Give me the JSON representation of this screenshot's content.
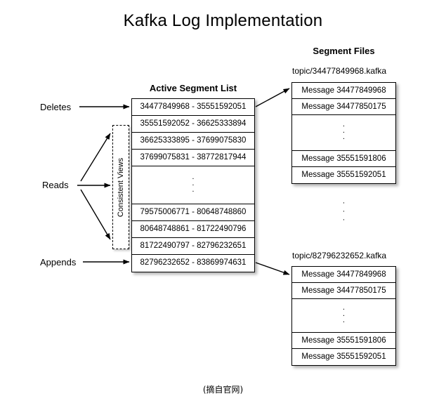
{
  "title": "Kafka Log Implementation",
  "footer": "(摘自官网)",
  "headings": {
    "active_segment_list": "Active Segment List",
    "segment_files": "Segment Files"
  },
  "consistent_views": {
    "label": "Consistent Views"
  },
  "operations": [
    {
      "name": "deletes",
      "label": "Deletes"
    },
    {
      "name": "reads",
      "label": "Reads"
    },
    {
      "name": "appends",
      "label": "Appends"
    }
  ],
  "active_segment_list": {
    "top_rows": [
      "34477849968 - 35551592051",
      "35551592052 - 36625333894",
      "36625333895 - 37699075830",
      "37699075831 - 38772817944"
    ],
    "ellipsis": "·",
    "bottom_rows": [
      "79575006771 - 80648748860",
      "80648748861 - 81722490796",
      "81722490797 - 82796232651",
      "82796232652 - 83869974631"
    ]
  },
  "segment_files": [
    {
      "name": "segment-file-1",
      "filename": "topic/34477849968.kafka",
      "top_rows": [
        "Message 34477849968",
        "Message 34477850175"
      ],
      "bottom_rows": [
        "Message 35551591806",
        "Message 35551592051"
      ]
    },
    {
      "name": "segment-file-2",
      "filename": "topic/82796232652.kafka",
      "top_rows": [
        "Message 34477849968",
        "Message 34477850175"
      ],
      "bottom_rows": [
        "Message 35551591806",
        "Message 35551592051"
      ]
    }
  ],
  "colors": {
    "stroke": "#000000",
    "background": "#ffffff"
  }
}
